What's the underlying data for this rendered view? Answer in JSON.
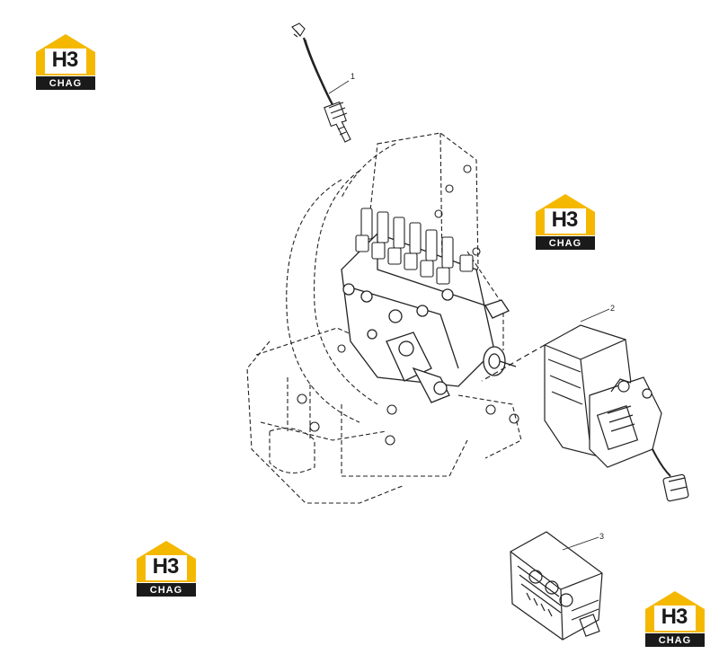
{
  "diagram": {
    "callouts": [
      {
        "id": "1",
        "label": "1"
      },
      {
        "id": "2",
        "label": "2"
      },
      {
        "id": "3",
        "label": "3"
      }
    ]
  },
  "watermark": {
    "main": "H3",
    "sub": "CHAG",
    "color_yellow": "#f5b800",
    "color_dark": "#1a1a1a"
  }
}
